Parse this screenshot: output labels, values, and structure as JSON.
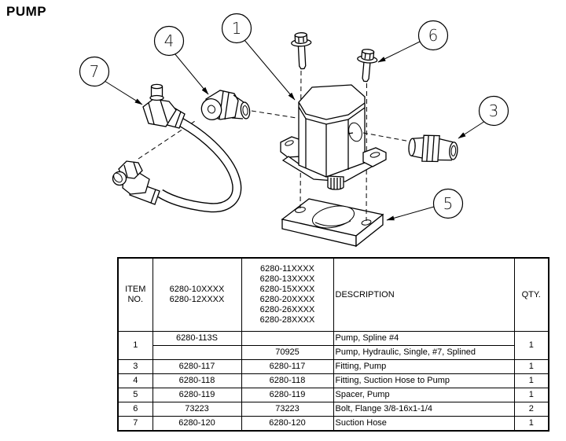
{
  "page": {
    "title": "PUMP"
  },
  "diagram": {
    "callouts": [
      {
        "num": "1"
      },
      {
        "num": "3"
      },
      {
        "num": "4"
      },
      {
        "num": "5"
      },
      {
        "num": "6"
      },
      {
        "num": "7"
      }
    ]
  },
  "table": {
    "headers": {
      "item": [
        "ITEM",
        "NO."
      ],
      "models_a": [
        "6280-10XXXX",
        "6280-12XXXX"
      ],
      "models_b": [
        "6280-11XXXX",
        "6280-13XXXX",
        "6280-15XXXX",
        "6280-20XXXX",
        "6280-26XXXX",
        "6280-28XXXX"
      ],
      "description": "DESCRIPTION",
      "qty": "QTY."
    },
    "rows": [
      {
        "item": "1",
        "part_a": "6280-113S",
        "part_b": "",
        "description": "Pump, Spline #4",
        "qty": "1"
      },
      {
        "item": "",
        "part_a": "",
        "part_b": "70925",
        "description": "Pump, Hydraulic, Single, #7, Splined",
        "qty": ""
      },
      {
        "item": "3",
        "part_a": "6280-117",
        "part_b": "6280-117",
        "description": "Fitting, Pump",
        "qty": "1"
      },
      {
        "item": "4",
        "part_a": "6280-118",
        "part_b": "6280-118",
        "description": "Fitting, Suction Hose to Pump",
        "qty": "1"
      },
      {
        "item": "5",
        "part_a": "6280-119",
        "part_b": "6280-119",
        "description": "Spacer, Pump",
        "qty": "1"
      },
      {
        "item": "6",
        "part_a": "73223",
        "part_b": "73223",
        "description": "Bolt, Flange 3/8-16x1-1/4",
        "qty": "2"
      },
      {
        "item": "7",
        "part_a": "6280-120",
        "part_b": "6280-120",
        "description": "Suction Hose",
        "qty": "1"
      }
    ]
  }
}
